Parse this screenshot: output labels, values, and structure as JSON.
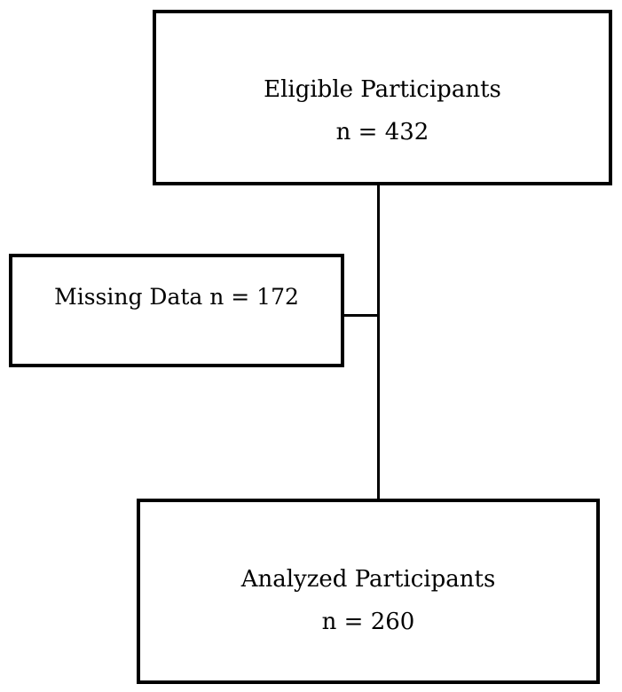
{
  "diagram": {
    "type": "participant-flow-chart",
    "orientation": "vertical",
    "nodes": [
      {
        "id": "eligible",
        "title": "Eligible Participants",
        "count_label": "n = 432",
        "n": 432
      },
      {
        "id": "missing",
        "title": "Missing Data n = 172",
        "count_label": "",
        "n": 172
      },
      {
        "id": "analyzed",
        "title": "Analyzed Participants",
        "count_label": "n = 260",
        "n": 260
      }
    ],
    "colors": {
      "border": "#000000",
      "background": "#ffffff",
      "text": "#000000",
      "connector": "#000000"
    }
  }
}
